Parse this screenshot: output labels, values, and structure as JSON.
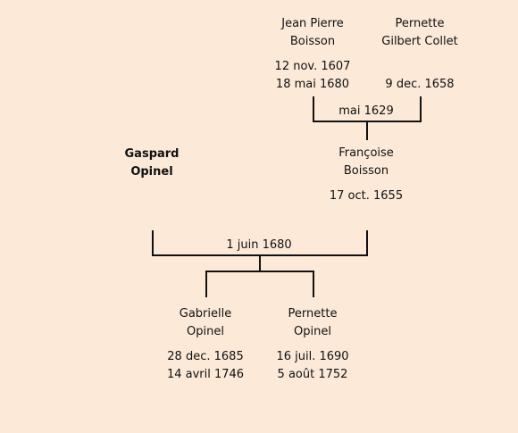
{
  "tree": {
    "parents": {
      "father": {
        "first": "Jean Pierre",
        "last": "Boisson",
        "birth": "12 nov. 1607",
        "death": "18 mai 1680"
      },
      "mother": {
        "first": "Pernette",
        "last": "Gilbert Collet",
        "birth": "",
        "death": "9 dec. 1658"
      },
      "marriage": "mai 1629"
    },
    "root": {
      "first": "Gaspard",
      "last": "Opinel"
    },
    "spouse": {
      "first": "Françoise",
      "last": "Boisson",
      "birth": "17 oct. 1655"
    },
    "marriage": "1 juin 1680",
    "children": [
      {
        "first": "Gabrielle",
        "last": "Opinel",
        "birth": "28 dec. 1685",
        "death": "14 avril 1746"
      },
      {
        "first": "Pernette",
        "last": "Opinel",
        "birth": "16 juil. 1690",
        "death": "5 août 1752"
      }
    ]
  }
}
